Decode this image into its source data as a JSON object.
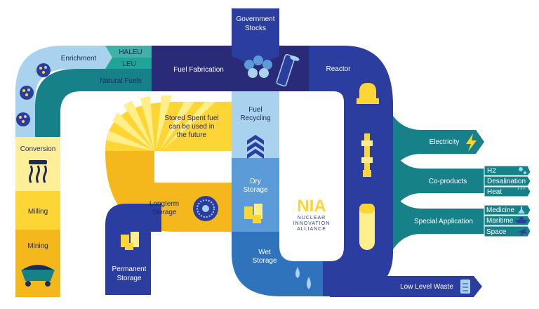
{
  "stages": {
    "mining": "Mining",
    "milling": "Milling",
    "conversion": "Conversion",
    "enrichment": "Enrichment",
    "haleu": "HALEU",
    "leu": "LEU",
    "natural_fuels": "Natural Fuels",
    "fuel_fabrication": "Fuel Fabrication",
    "government_stocks": [
      "Government",
      "Stocks"
    ],
    "reactor": "Reactor",
    "fuel_recycling": [
      "Fuel",
      "Recycling"
    ],
    "dry_storage": [
      "Dry",
      "Storage"
    ],
    "wet_storage": [
      "Wet",
      "Storage"
    ],
    "longterm_storage": [
      "Longterm",
      "Storage"
    ],
    "permanent_storage": [
      "Permanent",
      "Storage"
    ],
    "stored_spent_fuel": [
      "Stored Spent fuel",
      "can be used in",
      "the future"
    ],
    "low_level_waste": "Low Level Waste"
  },
  "outputs": {
    "electricity": "Electricity",
    "co_products": {
      "label": "Co-products",
      "items": [
        "H2",
        "Desalination",
        "Heat"
      ]
    },
    "special_application": {
      "label": "Special Application",
      "items": [
        "Medicine",
        "Maritime",
        "Space"
      ]
    }
  },
  "logo": {
    "mark": "NIA",
    "lines": [
      "NUCLEAR",
      "INNOVATION",
      "ALLIANCE"
    ]
  },
  "colors": {
    "light_blue": "#a8d2ee",
    "dark_navy": "#292a78",
    "royal_blue": "#2b3d9e",
    "teal": "#17818a",
    "yellow": "#fdd535",
    "pale_yellow": "#ffef8a",
    "mid_blue": "#2f73bd"
  }
}
